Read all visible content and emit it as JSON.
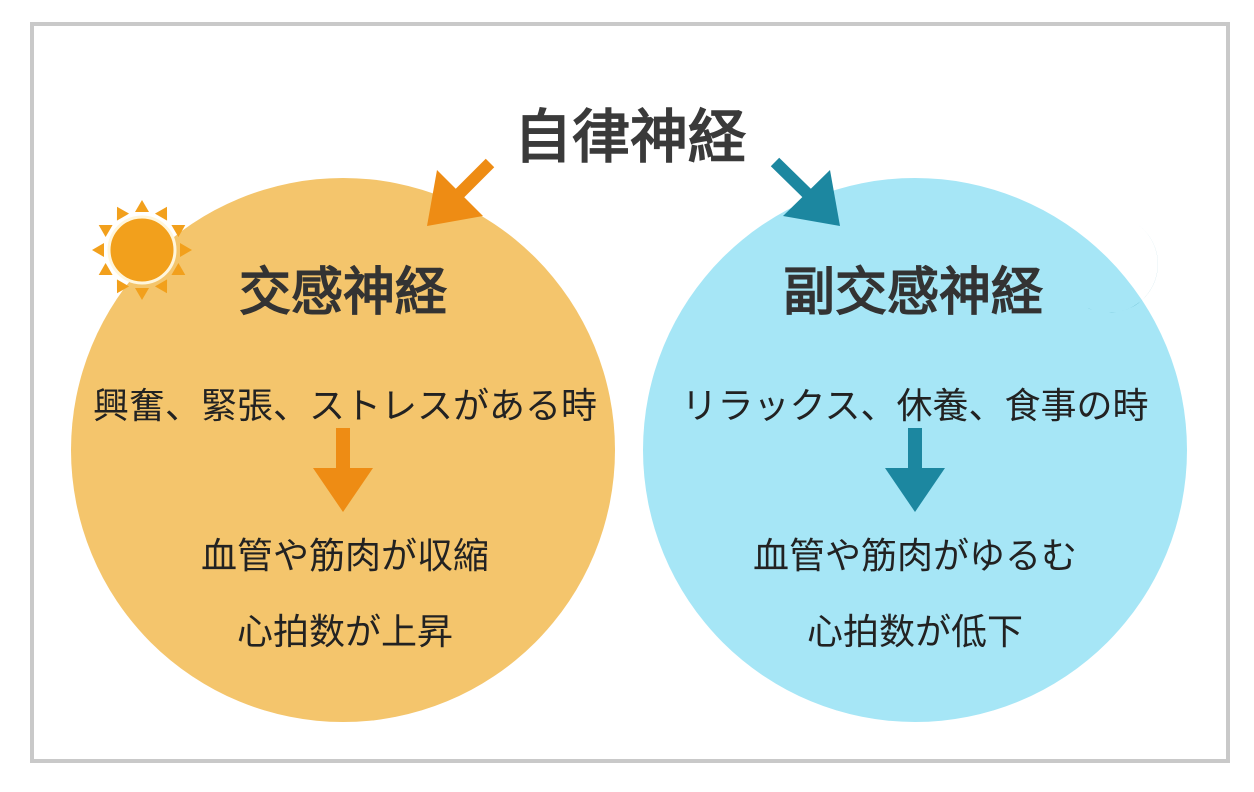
{
  "title": "自律神経",
  "colors": {
    "sympathetic_circle": "#f4c56c",
    "parasympathetic_circle": "#a6e6f6",
    "orange": "#ee8c14",
    "teal": "#1c87a0",
    "sun": "#f2a01c",
    "text": "#333333"
  },
  "sympathetic": {
    "heading": "交感神経",
    "condition": "興奮、緊張、ストレスがある時",
    "effect1": "血管や筋肉が収縮",
    "effect2": "心拍数が上昇",
    "icon": "sun-icon"
  },
  "parasympathetic": {
    "heading": "副交感神経",
    "condition": "リラックス、休養、食事の時",
    "effect1": "血管や筋肉がゆるむ",
    "effect2": "心拍数が低下",
    "icon": "moon-icon"
  }
}
